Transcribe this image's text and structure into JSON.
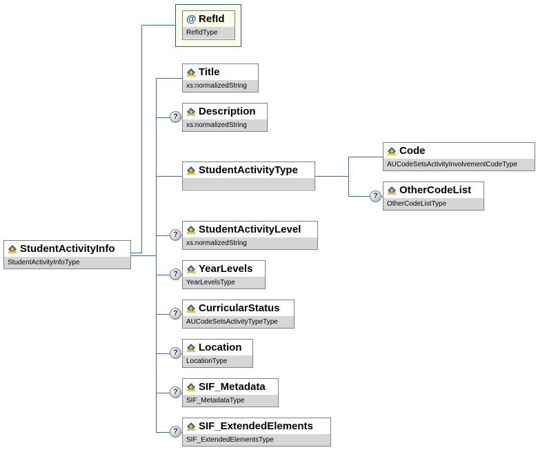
{
  "root": {
    "name": "StudentActivityInfo",
    "type": "StudentActivityInfoType"
  },
  "attribute": {
    "symbol": "@",
    "name": "RefId",
    "type": "RefIdType"
  },
  "optional_marker": "?",
  "elements": [
    {
      "name": "Title",
      "type": "xs:normalizedString",
      "optional": false
    },
    {
      "name": "Description",
      "type": "xs:normalizedString",
      "optional": true
    },
    {
      "name": "StudentActivityType",
      "type": "",
      "optional": false
    },
    {
      "name": "StudentActivityLevel",
      "type": "xs:normalizedString",
      "optional": true
    },
    {
      "name": "YearLevels",
      "type": "YearLevelsType",
      "optional": true
    },
    {
      "name": "CurricularStatus",
      "type": "AUCodeSetsActivityTypeType",
      "optional": true
    },
    {
      "name": "Location",
      "type": "LocationType",
      "optional": true
    },
    {
      "name": "SIF_Metadata",
      "type": "SIF_MetadataType",
      "optional": true
    },
    {
      "name": "SIF_ExtendedElements",
      "type": "SIF_ExtendedElementsType",
      "optional": true
    }
  ],
  "sub_elements": [
    {
      "name": "Code",
      "type": "AUCodeSetsActivityInvolvementCodeType",
      "optional": false
    },
    {
      "name": "OtherCodeList",
      "type": "OtherCodeListType",
      "optional": true
    }
  ],
  "colors": {
    "connector": "#3b6e8f",
    "type_bar": "#d6d6d6",
    "attribute_bg": "#fbfbea"
  }
}
